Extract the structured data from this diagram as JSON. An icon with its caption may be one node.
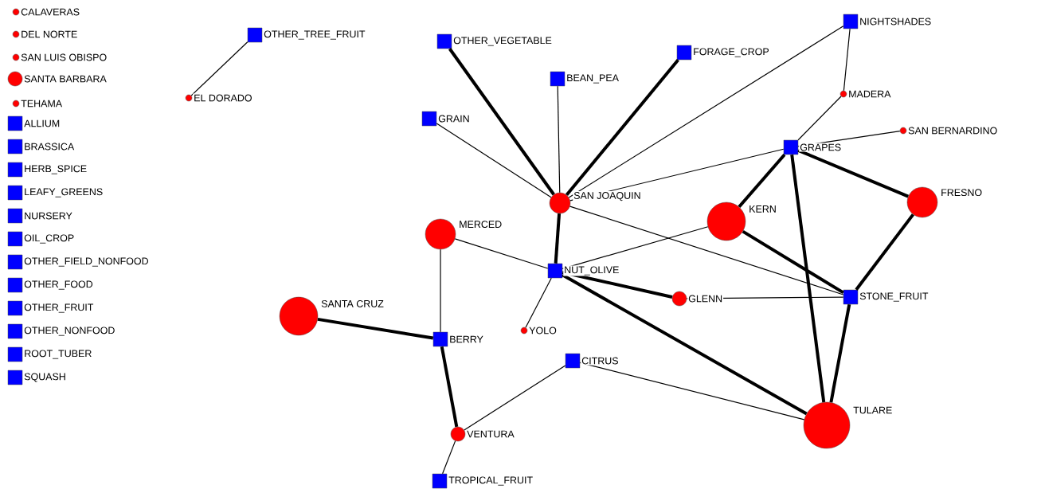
{
  "diagram": {
    "nodes": [
      {
        "text": [
          "CALAVERAS"
        ]
      },
      {
        "text": [
          "DEL NORTE"
        ]
      },
      {
        "text": [
          "SAN LUIS OBISPO"
        ]
      },
      {
        "text": [
          "SANTA BARBARA"
        ]
      },
      {
        "text": [
          "TEHAMA"
        ]
      },
      {
        "text": [
          "ALLIUM"
        ]
      },
      {
        "text": [
          "BRASSICA"
        ]
      },
      {
        "text": [
          "HERB_SPICE"
        ]
      },
      {
        "text": [
          "LEAFY_GREENS"
        ]
      },
      {
        "text": [
          "NURSERY"
        ]
      },
      {
        "text": [
          "OIL_CROP"
        ]
      },
      {
        "text": [
          "OTHER_FIELD_NONFOOD"
        ]
      },
      {
        "text": [
          "OTHER_FOOD"
        ]
      },
      {
        "text": [
          "OTHER_FRUIT"
        ]
      },
      {
        "text": [
          "OTHER_NONFOOD"
        ]
      },
      {
        "text": [
          "ROOT_TUBER"
        ]
      },
      {
        "text": [
          "SQUASH"
        ]
      },
      {
        "text": [
          "OTHER_TREE_FRUIT"
        ]
      },
      {
        "text": [
          "EL DORADO"
        ]
      },
      {
        "text": [
          "OTHER_VEGETABLE"
        ]
      },
      {
        "text": [
          "FORAGE_CROP"
        ]
      },
      {
        "text": [
          "NIGHTSHADES"
        ]
      },
      {
        "text": [
          "BEAN_PEA"
        ]
      },
      {
        "text": [
          "MADERA"
        ]
      },
      {
        "text": [
          "GRAIN"
        ]
      },
      {
        "text": [
          "SAN BERNARDINO"
        ]
      },
      {
        "text": [
          "GRAPES"
        ]
      },
      {
        "text": [
          "SAN JOAQUIN"
        ]
      },
      {
        "text": [
          "FRESNO"
        ]
      },
      {
        "text": [
          "KERN"
        ]
      },
      {
        "text": [
          "MERCED"
        ]
      },
      {
        "text": [
          "NUT_OLIVE"
        ]
      },
      {
        "text": [
          "SANTA CRUZ"
        ]
      },
      {
        "text": [
          "GLENN"
        ]
      },
      {
        "text": [
          "STONE_FRUIT"
        ]
      },
      {
        "text": [
          "YOLO"
        ]
      },
      {
        "text": [
          "BERRY"
        ]
      },
      {
        "text": [
          "CITRUS"
        ]
      },
      {
        "text": [
          "TULARE"
        ]
      },
      {
        "text": [
          "VENTURA"
        ]
      },
      {
        "text": [
          "TROPICAL_FRUIT"
        ]
      }
    ],
    "edges": [
      {
        "from": 17,
        "to": 18,
        "arrow": "none"
      },
      {
        "from": 19,
        "to": 27,
        "arrow": "none",
        "style": "thick"
      },
      {
        "from": 24,
        "to": 27,
        "arrow": "none"
      },
      {
        "from": 22,
        "to": 27,
        "arrow": "none"
      },
      {
        "from": 20,
        "to": 27,
        "arrow": "none",
        "style": "thick"
      },
      {
        "from": 21,
        "to": 27,
        "arrow": "none"
      },
      {
        "from": 26,
        "to": 27,
        "arrow": "none"
      },
      {
        "from": 27,
        "to": 34,
        "arrow": "none"
      },
      {
        "from": 27,
        "to": 31,
        "arrow": "none",
        "style": "thick"
      },
      {
        "from": 21,
        "to": 23,
        "arrow": "none"
      },
      {
        "from": 23,
        "to": 26,
        "arrow": "none"
      },
      {
        "from": 25,
        "to": 26,
        "arrow": "none"
      },
      {
        "from": 26,
        "to": 29,
        "arrow": "none",
        "style": "thick"
      },
      {
        "from": 26,
        "to": 28,
        "arrow": "none",
        "style": "thick"
      },
      {
        "from": 26,
        "to": 38,
        "arrow": "none",
        "style": "thick"
      },
      {
        "from": 29,
        "to": 34,
        "arrow": "none",
        "style": "thick"
      },
      {
        "from": 29,
        "to": 31,
        "arrow": "none"
      },
      {
        "from": 28,
        "to": 34,
        "arrow": "none",
        "style": "thick"
      },
      {
        "from": 30,
        "to": 31,
        "arrow": "none"
      },
      {
        "from": 30,
        "to": 36,
        "arrow": "none"
      },
      {
        "from": 31,
        "to": 33,
        "arrow": "none",
        "style": "thick"
      },
      {
        "from": 33,
        "to": 34,
        "arrow": "none"
      },
      {
        "from": 31,
        "to": 38,
        "arrow": "none",
        "style": "thick"
      },
      {
        "from": 31,
        "to": 35,
        "arrow": "none"
      },
      {
        "from": 32,
        "to": 36,
        "arrow": "none",
        "style": "thick"
      },
      {
        "from": 36,
        "to": 39,
        "arrow": "none",
        "style": "thick"
      },
      {
        "from": 37,
        "to": 39,
        "arrow": "none"
      },
      {
        "from": 37,
        "to": 38,
        "arrow": "none"
      },
      {
        "from": 34,
        "to": 38,
        "arrow": "none",
        "style": "thick"
      },
      {
        "from": 39,
        "to": 40,
        "arrow": "none"
      }
    ]
  }
}
